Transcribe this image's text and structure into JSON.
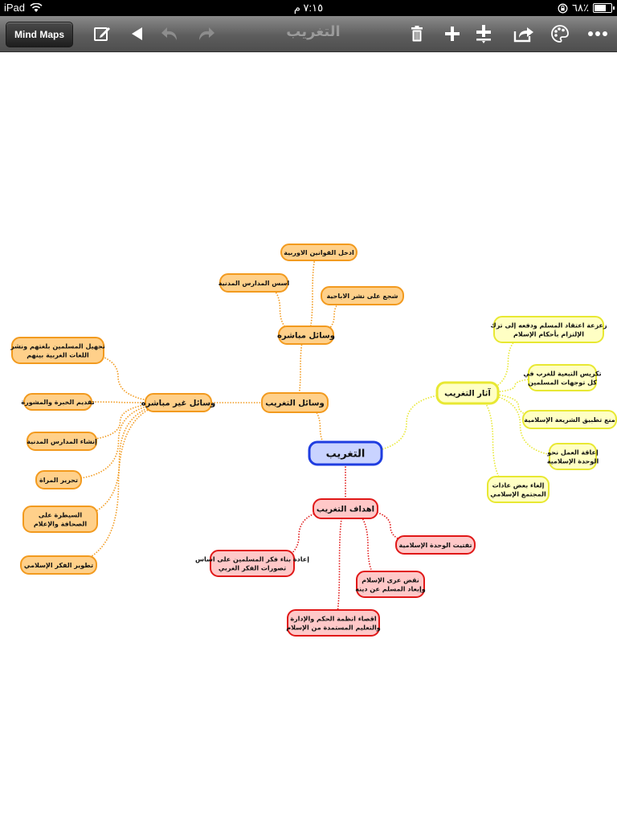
{
  "status": {
    "carrier": "iPad",
    "time": "٧:١٥ م",
    "battery": "٦٨٪",
    "battery_level": 0.68
  },
  "toolbar": {
    "mindmaps_label": "Mind Maps",
    "title": "التغريب",
    "icons": [
      "compose-icon",
      "play-back-icon",
      "undo-icon",
      "redo-icon",
      "trash-icon",
      "add-child-icon",
      "add-sibling-icon",
      "share-icon",
      "palette-icon",
      "more-icon"
    ]
  },
  "colors": {
    "blue": {
      "fill": "#c9d3ff",
      "stroke": "#1f3de0"
    },
    "orange": {
      "fill": "#ffd08a",
      "stroke": "#f29a1e"
    },
    "red": {
      "fill": "#ffc8c8",
      "stroke": "#e01818"
    },
    "yellow": {
      "fill": "#ffffc4",
      "stroke": "#e8e832"
    }
  },
  "map": {
    "nodes": [
      {
        "id": "root",
        "color": "blue",
        "lines": [
          "التغريب"
        ]
      },
      {
        "id": "wasail",
        "color": "orange",
        "lines": [
          "وسائل التغريب"
        ]
      },
      {
        "id": "mubashira",
        "color": "orange",
        "lines": [
          "وسائل مباشره"
        ]
      },
      {
        "id": "ghayr",
        "color": "orange",
        "lines": [
          "وسائل غير مباشره"
        ]
      },
      {
        "id": "m1",
        "color": "orange",
        "lines": [
          "ادخل القوانين الاوربية"
        ]
      },
      {
        "id": "m2",
        "color": "orange",
        "lines": [
          "اسس المدارس المدنية"
        ]
      },
      {
        "id": "m3",
        "color": "orange",
        "lines": [
          "شجع على نشر الاباحية"
        ]
      },
      {
        "id": "g1",
        "color": "orange",
        "lines": [
          "تجهيل المسلمين بلغتهم ونشر",
          "اللغات الغربية بينهم"
        ]
      },
      {
        "id": "g2",
        "color": "orange",
        "lines": [
          "تقديم الخبرة والمشورة"
        ]
      },
      {
        "id": "g3",
        "color": "orange",
        "lines": [
          "إنشاء المدارس المدنية"
        ]
      },
      {
        "id": "g4",
        "color": "orange",
        "lines": [
          "تحرير المراة"
        ]
      },
      {
        "id": "g5",
        "color": "orange",
        "lines": [
          "السيطرة على",
          "الصحافة والإعلام"
        ]
      },
      {
        "id": "g6",
        "color": "orange",
        "lines": [
          "تطوير الفكر الإسلامي"
        ]
      },
      {
        "id": "athar",
        "color": "yellow",
        "lines": [
          "آثار التغريب"
        ]
      },
      {
        "id": "y1",
        "color": "yellow",
        "lines": [
          "زعزعة اعتقاد المسلم ودفعه إلى ترك",
          "الإلتزام بأحكام الإسلام"
        ]
      },
      {
        "id": "y2",
        "color": "yellow",
        "lines": [
          "تكريس التبعية للغرب في",
          "كل توجهات المسلمين"
        ]
      },
      {
        "id": "y3",
        "color": "yellow",
        "lines": [
          "منع تطبيق الشريعة الإسلامية"
        ]
      },
      {
        "id": "y4",
        "color": "yellow",
        "lines": [
          "إعاقة العمل نحو",
          "الوحدة الإسلامية"
        ]
      },
      {
        "id": "y5",
        "color": "yellow",
        "lines": [
          "إلغاء بعض عادات",
          "المجتمع الإسلامي"
        ]
      },
      {
        "id": "ahdaf",
        "color": "red",
        "lines": [
          "اهداف التغريب"
        ]
      },
      {
        "id": "r1",
        "color": "red",
        "lines": [
          "تفتيت الوحدة الإسلامية"
        ]
      },
      {
        "id": "r2",
        "color": "red",
        "lines": [
          "إعادة بناء فكر المسلمين على اساس",
          "تصورات الفكر الغربي"
        ]
      },
      {
        "id": "r3",
        "color": "red",
        "lines": [
          "نقض عرى الإسلام",
          "وإبعاد المسلم عن دينه"
        ]
      },
      {
        "id": "r4",
        "color": "red",
        "lines": [
          "اقصاء انظمة الحكم والإدارة",
          "والتعليم المستمدة من الإسلام"
        ]
      }
    ],
    "edges": [
      [
        "root",
        "wasail"
      ],
      [
        "root",
        "athar"
      ],
      [
        "root",
        "ahdaf"
      ],
      [
        "wasail",
        "mubashira"
      ],
      [
        "wasail",
        "ghayr"
      ],
      [
        "mubashira",
        "m1"
      ],
      [
        "mubashira",
        "m2"
      ],
      [
        "mubashira",
        "m3"
      ],
      [
        "ghayr",
        "g1"
      ],
      [
        "ghayr",
        "g2"
      ],
      [
        "ghayr",
        "g3"
      ],
      [
        "ghayr",
        "g4"
      ],
      [
        "ghayr",
        "g5"
      ],
      [
        "ghayr",
        "g6"
      ],
      [
        "athar",
        "y1"
      ],
      [
        "athar",
        "y2"
      ],
      [
        "athar",
        "y3"
      ],
      [
        "athar",
        "y4"
      ],
      [
        "athar",
        "y5"
      ],
      [
        "ahdaf",
        "r1"
      ],
      [
        "ahdaf",
        "r2"
      ],
      [
        "ahdaf",
        "r3"
      ],
      [
        "ahdaf",
        "r4"
      ]
    ]
  }
}
